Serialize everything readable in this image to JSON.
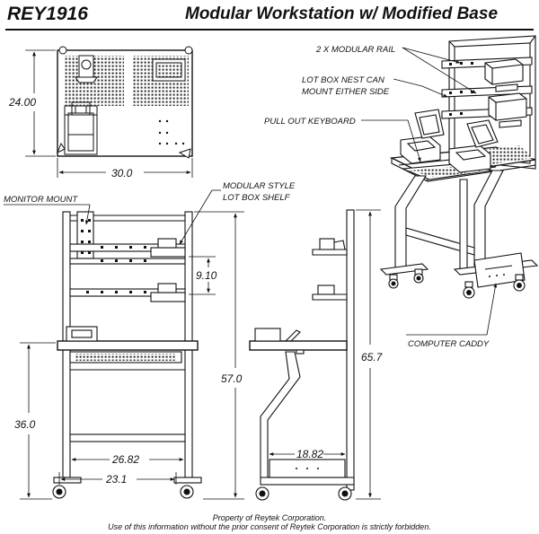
{
  "header": {
    "part_no": "REY1916",
    "title": "Modular Workstation w/ Modified Base"
  },
  "callouts": {
    "modular_rail": "2 X MODULAR RAIL",
    "lot_box_nest_1": "LOT BOX NEST CAN",
    "lot_box_nest_2": "MOUNT EITHER SIDE",
    "pull_out_keyboard": "PULL OUT KEYBOARD",
    "monitor_mount": "MONITOR MOUNT",
    "lot_box_shelf_1": "MODULAR STYLE",
    "lot_box_shelf_2": "LOT BOX SHELF",
    "computer_caddy": "COMPUTER CADDY"
  },
  "dimensions": {
    "top_depth": "24.00",
    "top_width": "30.0",
    "shelf_spacing": "9.10",
    "overall_height_front": "57.0",
    "overall_height_side": "65.7",
    "work_height": "36.0",
    "base_width": "26.82",
    "caster_spread": "23.1",
    "side_depth": "18.82"
  },
  "footer": {
    "line1": "Property of Reytek Corporation.",
    "line2": "Use of this information without the prior consent of Reytek Corporation is strictly forbidden."
  }
}
